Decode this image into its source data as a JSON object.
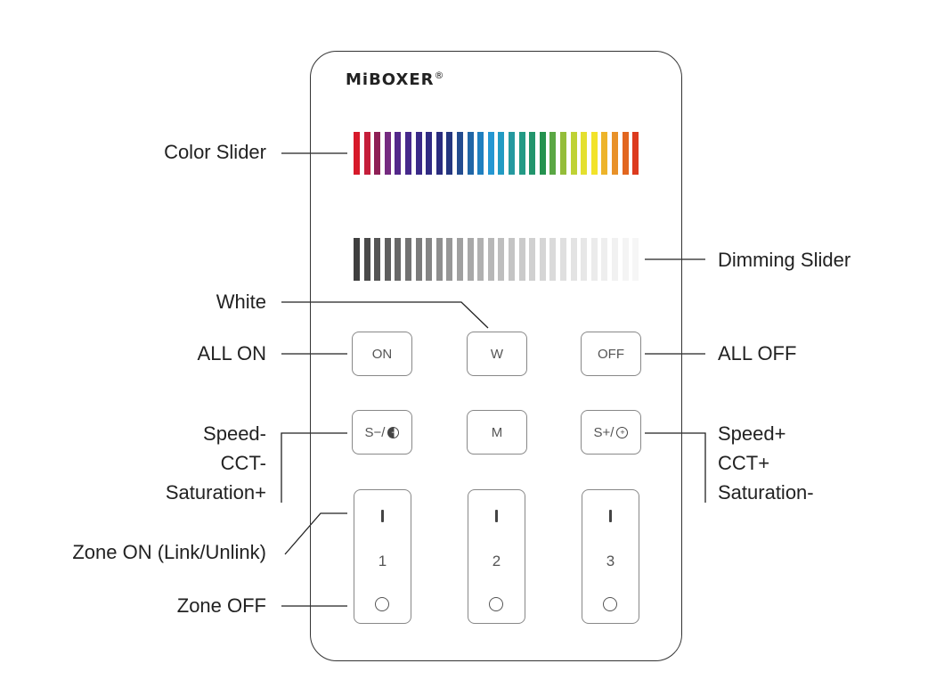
{
  "brand": {
    "logo_text": "MiBOXER",
    "registered_mark": "®"
  },
  "labels": {
    "color_slider": "Color Slider",
    "dimming_slider": "Dimming Slider",
    "white": "White",
    "all_on": "ALL ON",
    "all_off": "ALL OFF",
    "left_group": [
      "Speed-",
      "CCT-",
      "Saturation+"
    ],
    "right_group": [
      "Speed+",
      "CCT+",
      "Saturation-"
    ],
    "zone_on": "Zone ON (Link/Unlink)",
    "zone_off": "Zone OFF"
  },
  "buttons": {
    "on": "ON",
    "white": "W",
    "off": "OFF",
    "speed_minus": "S−/",
    "mode": "M",
    "speed_plus": "S+/",
    "cct_minus_symbol": "−",
    "cct_plus_symbol": "+"
  },
  "zones": [
    {
      "number": "1"
    },
    {
      "number": "2"
    },
    {
      "number": "3"
    }
  ],
  "color_slider_colors": [
    "#d7192a",
    "#c51e3a",
    "#8e1f55",
    "#752a80",
    "#53288a",
    "#46298c",
    "#3a2a88",
    "#302b83",
    "#2a2c7e",
    "#24367f",
    "#234c8f",
    "#2066a6",
    "#1f7fbf",
    "#2597d2",
    "#229bc3",
    "#25999f",
    "#239a85",
    "#22956c",
    "#25924f",
    "#5aa744",
    "#94bd3a",
    "#bfd235",
    "#e4e02f",
    "#f2e32a",
    "#edb42a",
    "#e89129",
    "#e2661f",
    "#dc3a1e"
  ],
  "dimming_slider_colors": [
    "#3f3f3f",
    "#4a4a4a",
    "#555555",
    "#5f5f5f",
    "#686868",
    "#727272",
    "#7b7b7b",
    "#858585",
    "#8e8e8e",
    "#979797",
    "#a0a0a0",
    "#a8a8a8",
    "#b0b0b0",
    "#b7b7b7",
    "#bebebe",
    "#c4c4c4",
    "#cacaca",
    "#d0d0d0",
    "#d5d5d5",
    "#dadada",
    "#dfdfdf",
    "#e3e3e3",
    "#e7e7e7",
    "#ebebeb",
    "#eeeeee",
    "#f1f1f1",
    "#f4f4f4",
    "#f6f6f6"
  ]
}
